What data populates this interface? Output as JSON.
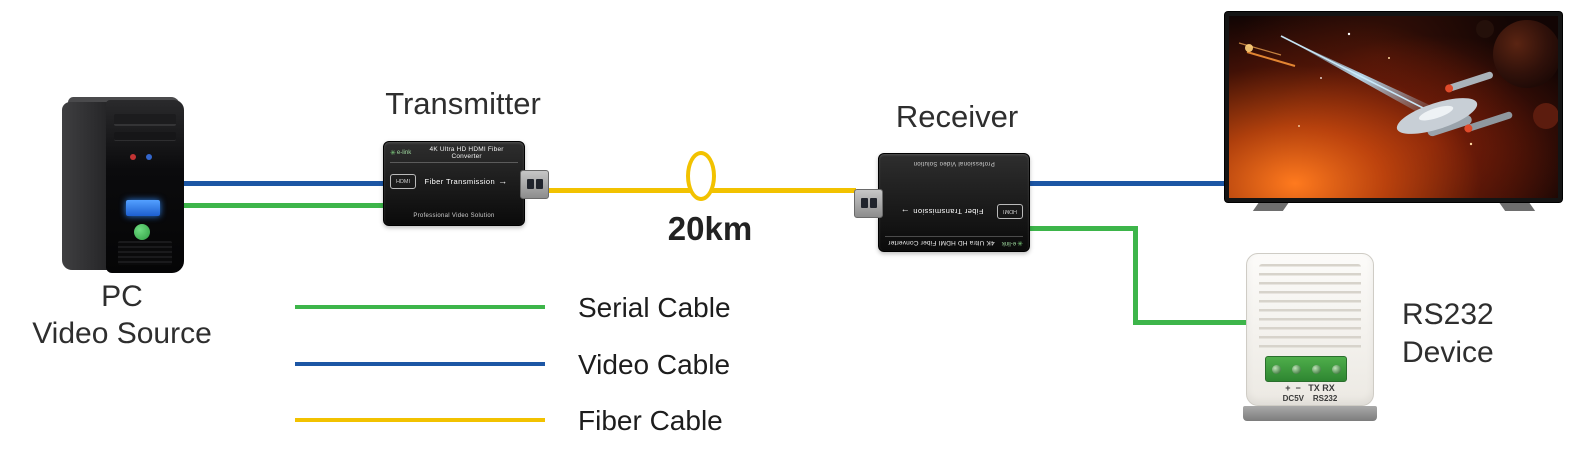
{
  "diagram": {
    "title_labels": {
      "transmitter": "Transmitter",
      "receiver": "Receiver",
      "distance": "20km"
    },
    "pc": {
      "line1": "PC",
      "line2": "Video Source"
    },
    "rs232_label": {
      "line1": "RS232",
      "line2": "Device"
    },
    "converter": {
      "brand": "e-link",
      "title": "4K Ultra HD HDMI Fiber Converter",
      "mode": "Fiber Transmission",
      "footer": "Professional Video Solution",
      "hdmi_port": "HDMI"
    },
    "rs232_device": {
      "terminal_row": "+  −   TX RX",
      "port_row": "DC5V    RS232"
    },
    "icons": {
      "brand_mark": "✳",
      "signal_arrow": "→"
    },
    "legend": {
      "items": [
        {
          "label": "Serial Cable",
          "color": "#3db54a"
        },
        {
          "label": "Video Cable",
          "color": "#1c56a4"
        },
        {
          "label": "Fiber Cable",
          "color": "#f2c200"
        }
      ]
    },
    "cable_colors": {
      "serial": "#3db54a",
      "video": "#1c56a4",
      "fiber": "#f2c200"
    }
  }
}
